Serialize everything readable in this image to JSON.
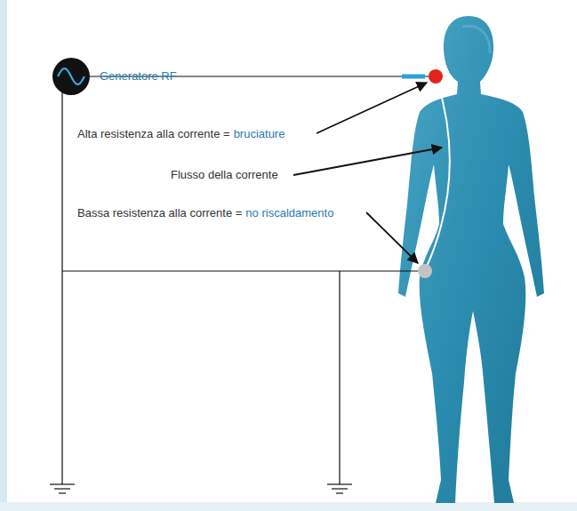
{
  "diagram": {
    "nodes": [
      {
        "text": [
          "Generatore RF"
        ]
      }
    ],
    "labels": [
      "Alta resistenza alla corrente =",
      "bruciature",
      "Flusso della corrente",
      "Bassa resistenza alla corrente =",
      "no riscaldamento"
    ]
  }
}
